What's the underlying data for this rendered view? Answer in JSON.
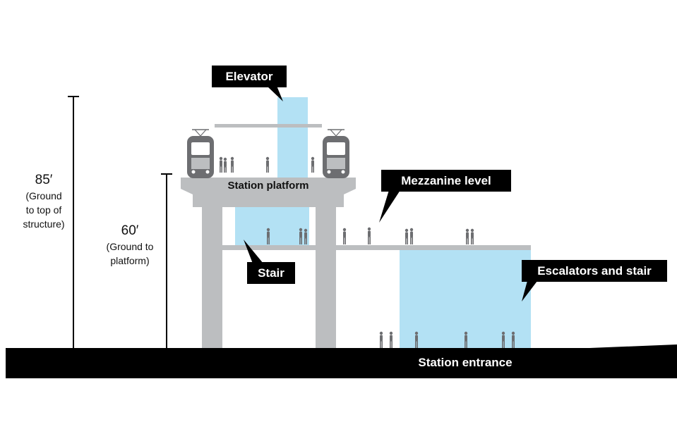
{
  "labels": {
    "elevator": "Elevator",
    "station_platform": "Station platform",
    "mezzanine_level": "Mezzanine level",
    "stair": "Stair",
    "escalators_and_stair": "Escalators and stair",
    "station_entrance": "Station entrance"
  },
  "dimensions": {
    "top": {
      "value": "85′",
      "lines": [
        "(Ground",
        "to top of",
        "structure)"
      ]
    },
    "platform": {
      "value": "60′",
      "lines": [
        "(Ground to",
        "platform)"
      ]
    }
  },
  "colors": {
    "structure": "#bcbec0",
    "glass": "#b3e1f4",
    "ground": "#000000",
    "callout": "#000000",
    "person": "#6d6e71"
  }
}
